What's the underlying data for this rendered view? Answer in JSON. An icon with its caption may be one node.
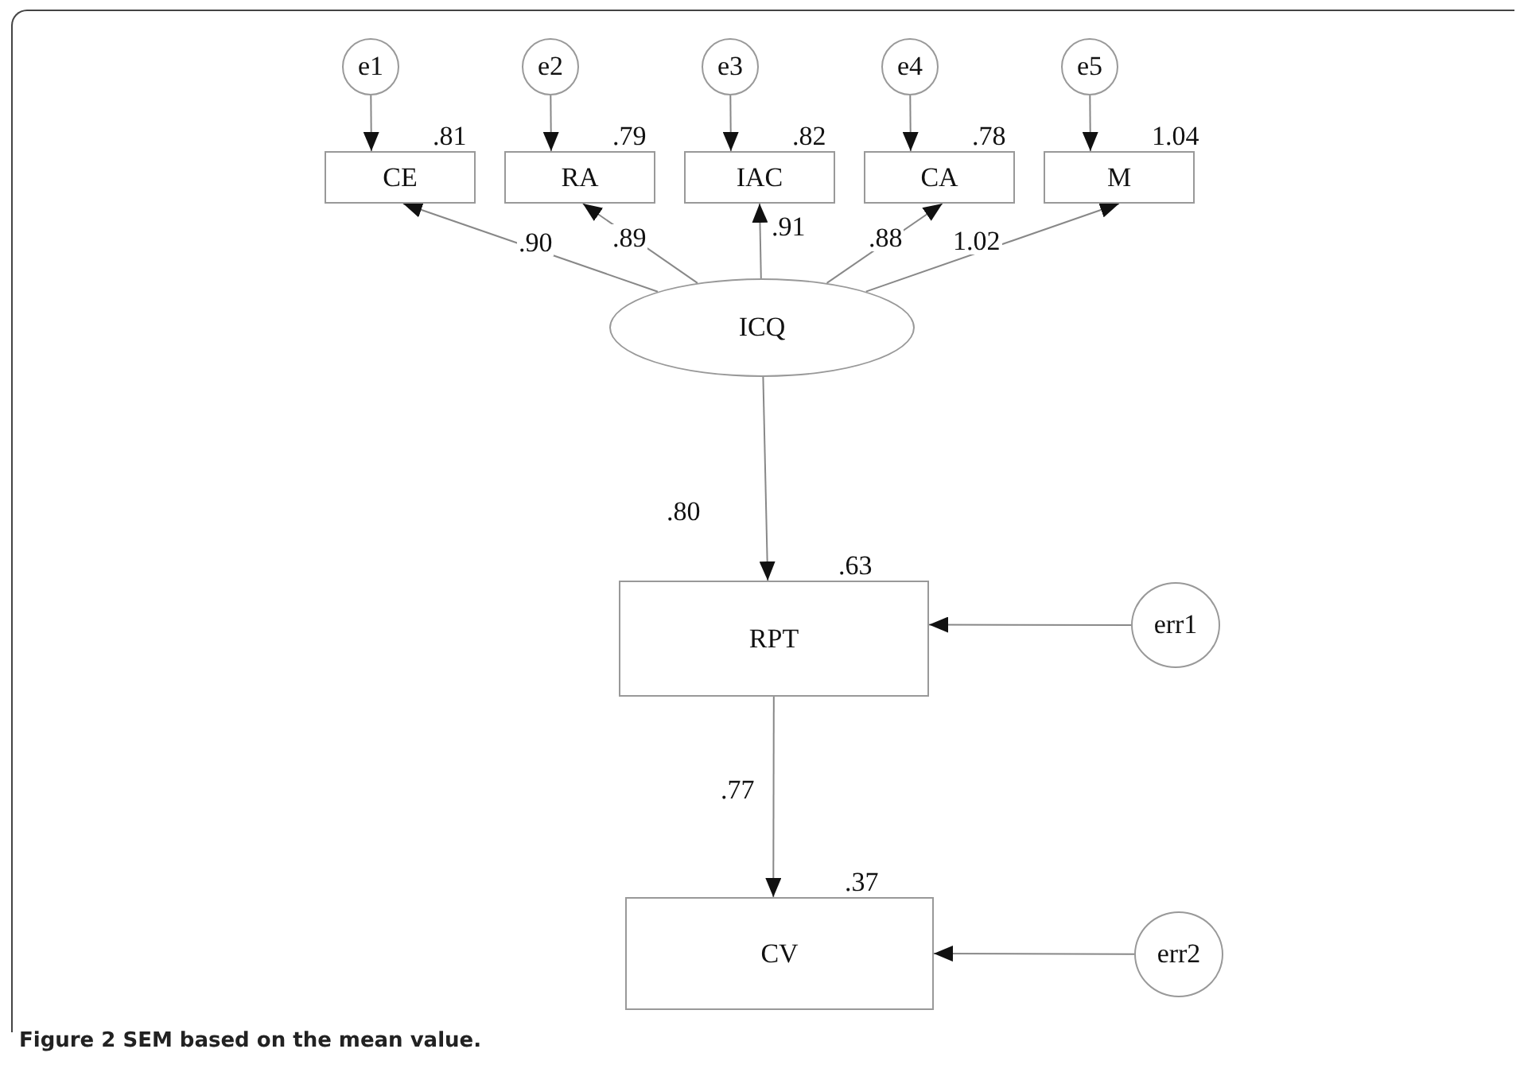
{
  "diagram": {
    "caption": "Figure 2 SEM based on the mean value.",
    "nodes": [
      {
        "text": [
          "e1"
        ]
      },
      {
        "text": [
          "e2"
        ]
      },
      {
        "text": [
          "e3"
        ]
      },
      {
        "text": [
          "e4"
        ]
      },
      {
        "text": [
          "e5"
        ]
      },
      {
        "text": [
          "CE"
        ],
        "beside": [
          ".81"
        ]
      },
      {
        "text": [
          "RA"
        ],
        "beside": [
          ".79"
        ]
      },
      {
        "text": [
          "IAC"
        ],
        "beside": [
          ".82"
        ]
      },
      {
        "text": [
          "CA"
        ],
        "beside": [
          ".78"
        ]
      },
      {
        "text": [
          "M"
        ],
        "beside": [
          "1.04"
        ]
      },
      {
        "text": [
          "ICQ"
        ]
      },
      {
        "text": [
          "RPT"
        ],
        "beside": [
          ".63"
        ]
      },
      {
        "text": [
          "err1"
        ]
      },
      {
        "text": [
          "CV"
        ],
        "beside": [
          ".37"
        ]
      },
      {
        "text": [
          "err2"
        ]
      }
    ],
    "edges": [
      {
        "from": 0,
        "to": 5,
        "arrow": "to"
      },
      {
        "from": 1,
        "to": 6,
        "arrow": "to"
      },
      {
        "from": 2,
        "to": 7,
        "arrow": "to"
      },
      {
        "from": 3,
        "to": 8,
        "arrow": "to"
      },
      {
        "from": 4,
        "to": 9,
        "arrow": "to"
      },
      {
        "from": 10,
        "to": 5,
        "arrow": "to",
        "label": ".90"
      },
      {
        "from": 10,
        "to": 6,
        "arrow": "to",
        "label": ".89"
      },
      {
        "from": 10,
        "to": 7,
        "arrow": "to",
        "label": ".91"
      },
      {
        "from": 10,
        "to": 8,
        "arrow": "to",
        "label": ".88"
      },
      {
        "from": 10,
        "to": 9,
        "arrow": "to",
        "label": "1.02"
      },
      {
        "from": 10,
        "to": 11,
        "arrow": "to",
        "label": ".80"
      },
      {
        "from": 12,
        "to": 11,
        "arrow": "to"
      },
      {
        "from": 11,
        "to": 13,
        "arrow": "to",
        "label": ".77"
      },
      {
        "from": 14,
        "to": 13,
        "arrow": "to"
      }
    ]
  }
}
